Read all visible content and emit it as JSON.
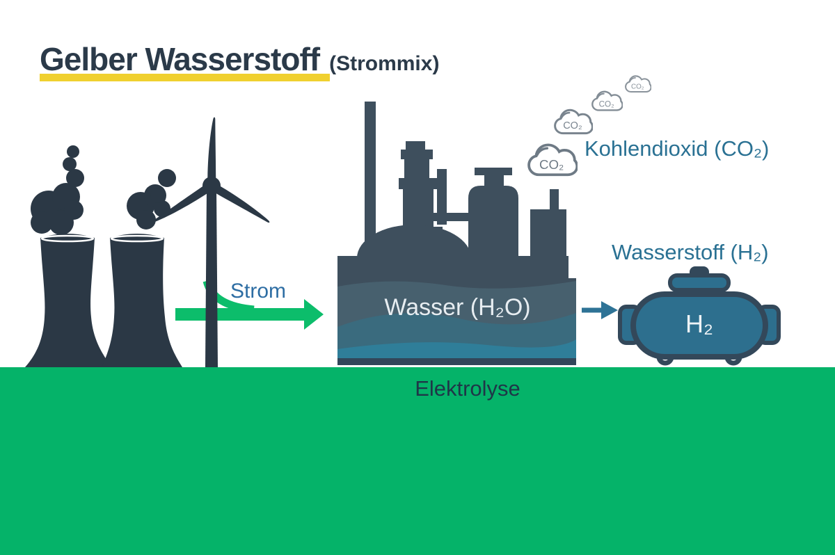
{
  "title": {
    "main": "Gelber Wasserstoff",
    "suffix": "(Strommix)"
  },
  "labels": {
    "strom": "Strom",
    "kohlendioxid": "Kohlendioxid (CO₂)",
    "wasserstoff": "Wasserstoff (H₂)",
    "wasser": "Wasser (H₂O)",
    "h2": "H₂",
    "elektrolyse": "Elektrolyse",
    "co2": "CO₂"
  },
  "icons": {
    "power_plant": "coal-power-plant-cooling-towers-with-smoke",
    "wind_turbine": "wind-turbine",
    "strom_arrow": "green-right-arrow-with-cable-swoosh",
    "factory": "electrolysis-plant-with-water-basin",
    "co2_clouds": "four-co2-clouds-rising",
    "h2_arrow": "teal-right-arrow",
    "h2_tank": "hydrogen-storage-tank-with-valve"
  },
  "colors": {
    "background": "#ffffff",
    "ground_green": "#05b369",
    "arrow_green": "#0cbd6b",
    "silhouette_dark": "#2b3845",
    "factory_slate": "#3e4f5d",
    "wave_1": "#47606e",
    "wave_2": "#3a6b7e",
    "wave_3": "#2f7e99",
    "title_navy": "#2b3a49",
    "underline_yellow": "#f0d02f",
    "label_teal": "#2a7193",
    "strom_blue": "#2d6da3",
    "tank_blue": "#2d6f8e",
    "tank_outline": "#33485a",
    "cloud_gray": "#6e7a85"
  }
}
